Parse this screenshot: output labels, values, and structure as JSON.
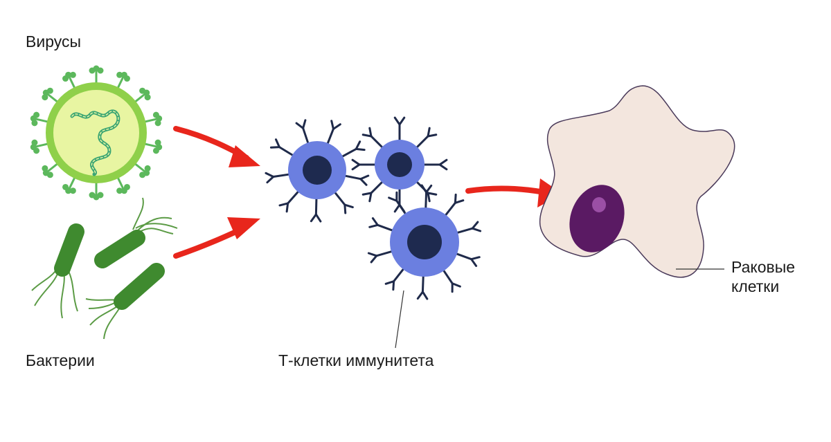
{
  "labels": {
    "viruses": "Вирусы",
    "bacteria": "Бактерии",
    "t_cells": "Т-клетки иммунитета",
    "cancer_line1": "Раковые",
    "cancer_line2": "клетки"
  },
  "colors": {
    "arrow": "#e8261c",
    "virus_outer": "#8fd04a",
    "virus_inner": "#e8f5a2",
    "virus_spike": "#5cb85c",
    "virus_rna": "#3aa573",
    "bacteria": "#3f8a2f",
    "bacteria_flagella": "#5b9b45",
    "tcell_body": "#6b7fe0",
    "tcell_nucleus": "#1e2a4f",
    "tcell_receptor": "#1f2a4a",
    "cancer_body": "#f3e6de",
    "cancer_outline": "#4a3a5a",
    "cancer_nucleus": "#5a1a63",
    "cancer_nucleolus": "#9b4fa5"
  }
}
